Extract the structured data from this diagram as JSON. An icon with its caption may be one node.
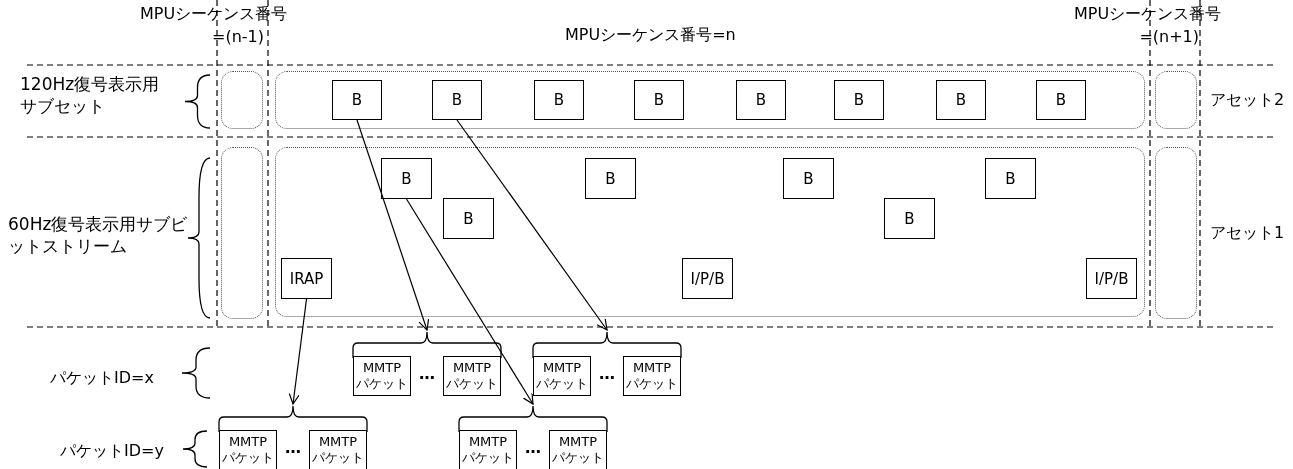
{
  "diagram": {
    "nodes": [
      {
        "text": [],
        "shape": "box"
      },
      {
        "text": [],
        "shape": "box"
      },
      {
        "text": [
          "B"
        ],
        "in": 1
      },
      {
        "text": [
          "B"
        ],
        "in": 1
      },
      {
        "text": [
          "B"
        ],
        "in": 1
      },
      {
        "text": [
          "B"
        ],
        "in": 1
      },
      {
        "text": [
          "B"
        ],
        "in": 1
      },
      {
        "text": [
          "B"
        ],
        "in": 1
      },
      {
        "text": [
          "B"
        ],
        "in": 1
      },
      {
        "text": [
          "B"
        ],
        "in": 1
      },
      {
        "text": [],
        "shape": "box"
      },
      {
        "text": [],
        "shape": "box"
      },
      {
        "text": [],
        "shape": "box"
      },
      {
        "text": [
          "B"
        ],
        "in": 12
      },
      {
        "text": [
          "B"
        ],
        "in": 12
      },
      {
        "text": [
          "B"
        ],
        "in": 12
      },
      {
        "text": [
          "B"
        ],
        "in": 12
      },
      {
        "text": [
          "B"
        ],
        "in": 12
      },
      {
        "text": [
          "B"
        ],
        "in": 12
      },
      {
        "text": [
          "IRAP"
        ],
        "in": 12
      },
      {
        "text": [
          "I/P/B"
        ],
        "in": 12
      },
      {
        "text": [
          "I/P/B"
        ],
        "in": 12
      },
      {
        "text": [],
        "shape": "box"
      },
      {
        "text": [],
        "shape": "bracket"
      },
      {
        "text": [
          "MMTP パケット"
        ],
        "in": 23
      },
      {
        "text": [
          "MMTP パケット"
        ],
        "in": 23
      },
      {
        "text": [],
        "shape": "bracket"
      },
      {
        "text": [
          "MMTP パケット"
        ],
        "in": 26
      },
      {
        "text": [
          "MMTP パケット"
        ],
        "in": 26
      },
      {
        "text": [],
        "shape": "bracket"
      },
      {
        "text": [
          "MMTP パケット"
        ],
        "in": 29
      },
      {
        "text": [
          "MMTP パケット"
        ],
        "in": 29
      },
      {
        "text": [],
        "shape": "bracket"
      },
      {
        "text": [
          "MMTP パケット"
        ],
        "in": 32
      },
      {
        "text": [
          "MMTP パケット"
        ],
        "in": 32
      }
    ],
    "edges": [
      {
        "from": 2,
        "to": 23,
        "arrow": "to"
      },
      {
        "from": 3,
        "to": 26,
        "arrow": "to"
      },
      {
        "from": 13,
        "to": 32,
        "arrow": "to"
      },
      {
        "from": 19,
        "to": 29,
        "arrow": "to"
      }
    ],
    "labels": [
      "MPUシーケンス番号",
      "=(n-1)",
      "MPUシーケンス番号=n",
      "MPUシーケンス番号",
      "=(n+1)",
      "120Hz復号表示用サブセット",
      "アセット2",
      "60Hz復号表示用サブビットストリーム",
      "アセット1",
      "パケットID=x",
      "…",
      "…",
      "パケットID=y",
      "…",
      "…"
    ]
  }
}
